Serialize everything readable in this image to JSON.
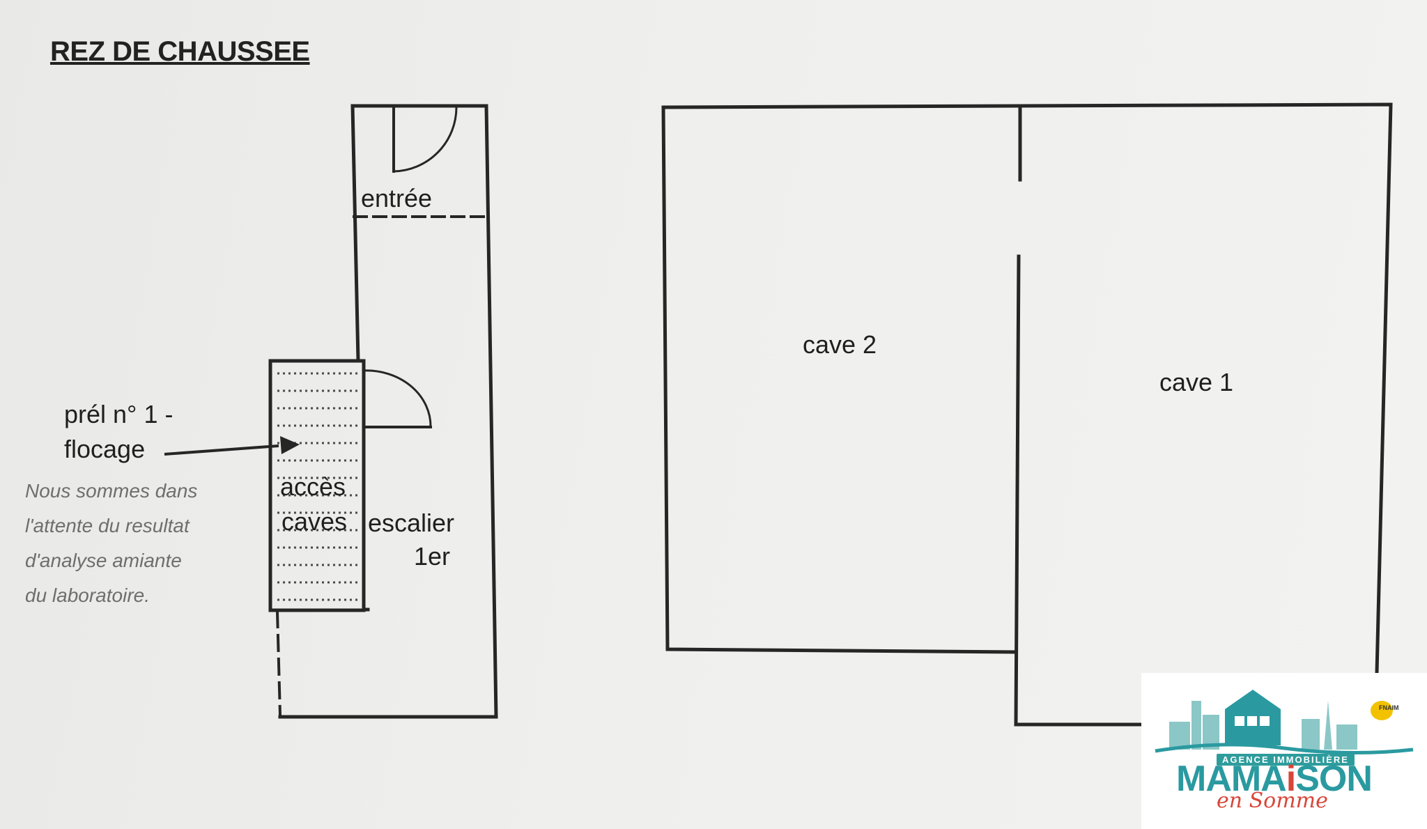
{
  "title": "REZ DE CHAUSSEE",
  "rooms": {
    "entree": "entrée",
    "acces_line1": "accès",
    "acces_line2": "caves",
    "escalier_line1": "escalier",
    "escalier_line2": "1er",
    "cave2": "cave 2",
    "cave1": "cave 1"
  },
  "sample_label": {
    "line1": "prél n° 1 -",
    "line2": "flocage"
  },
  "note_lines": [
    "Nous sommes dans",
    "l'attente du resultat",
    "d'analyse amiante",
    "du laboratoire."
  ],
  "logo": {
    "tagline": "AGENCE IMMOBILIÈRE",
    "name_part1": "MAMA",
    "name_accent": "i",
    "name_part2": "SON",
    "subtitle": "en Somme",
    "badge": "FNAIM"
  },
  "colors": {
    "line": "#262626",
    "brand_teal": "#2a9aa0",
    "brand_red": "#d8463a",
    "badge_yellow": "#f2c200"
  }
}
